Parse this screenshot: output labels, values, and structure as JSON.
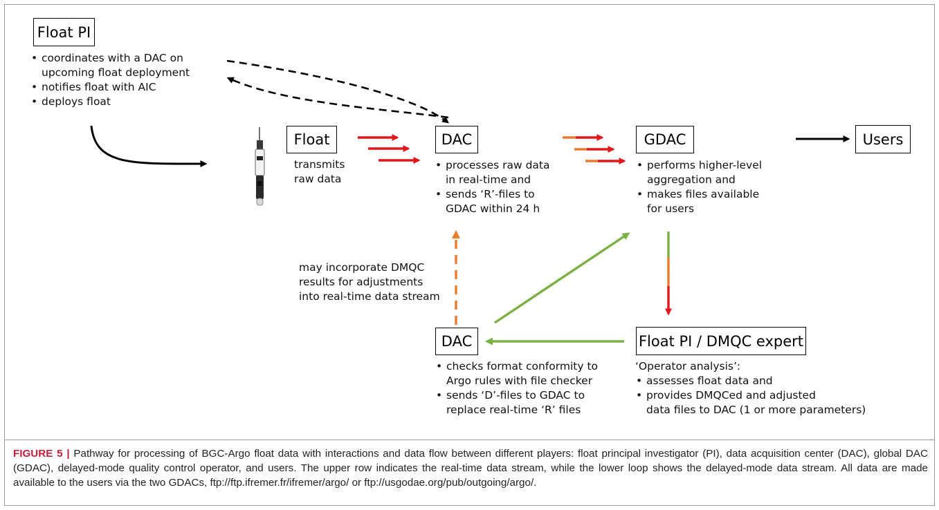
{
  "colors": {
    "realtime_red": "#e3171b",
    "orange": "#ec7b2e",
    "green": "#7bb043",
    "black": "#000000",
    "caption_label": "#c41e3a"
  },
  "nodes": {
    "float_pi": {
      "label": "Float PI",
      "bullets": [
        "coordinates with a DAC on upcoming float deployment",
        "notifies float with AIC",
        "deploys float"
      ]
    },
    "float": {
      "label": "Float",
      "note": [
        "transmits",
        "raw data"
      ]
    },
    "dac_top": {
      "label": "DAC",
      "bullets": [
        "processes raw data in real-time and",
        "sends ‘R’-files to GDAC within 24 h"
      ]
    },
    "gdac": {
      "label": "GDAC",
      "bullets": [
        "performs higher-level aggregation and",
        "makes files available for users"
      ]
    },
    "users": {
      "label": "Users"
    },
    "dac_bottom": {
      "label": "DAC",
      "bullets": [
        "checks format conformity to Argo rules with file checker",
        "sends ‘D’-files to GDAC to replace real-time ‘R’ files"
      ]
    },
    "float_pi_dmqc": {
      "label": "Float PI / DMQC expert",
      "intro": "‘Operator analysis’:",
      "bullets": [
        "assesses float data and",
        "provides DMQCed and adjusted data files to DAC (1 or more parameters)"
      ]
    }
  },
  "annotations": {
    "dmqc_feedback": [
      "may incorporate DMQC",
      "results for adjustments",
      "into real-time data stream"
    ]
  },
  "caption": {
    "label": "FIGURE 5 |",
    "text": "Pathway for processing of BGC-Argo float data with interactions and data flow between different players: float principal investigator (PI), data acquisition center (DAC), global DAC (GDAC), delayed-mode quality control operator, and users. The upper row indicates the real-time data stream, while the lower loop shows the delayed-mode data stream. All data are made available to the users via the two GDACs, ftp://ftp.ifremer.fr/ifremer/argo/ or ftp://usgodae.org/pub/outgoing/argo/."
  }
}
